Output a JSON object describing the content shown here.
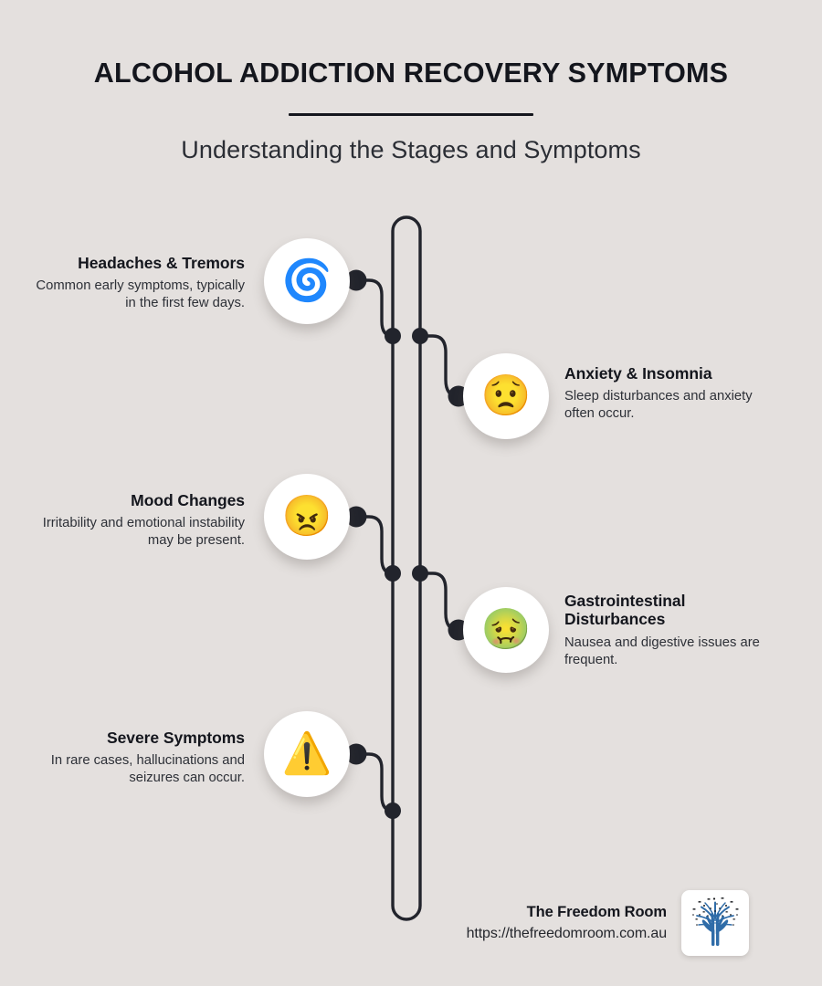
{
  "header": {
    "title": "ALCOHOL ADDICTION RECOVERY SYMPTOMS",
    "subtitle": "Understanding the Stages and Symptoms"
  },
  "symptoms": [
    {
      "title": "Headaches & Tremors",
      "description": "Common early symptoms, typically in the first few days.",
      "icon": "cyclone-spiral-icon",
      "glyph": "🌀",
      "side": "left"
    },
    {
      "title": "Anxiety & Insomnia",
      "description": "Sleep disturbances and anxiety often occur.",
      "icon": "worried-face-icon",
      "glyph": "😟",
      "side": "right"
    },
    {
      "title": "Mood Changes",
      "description": "Irritability and emotional instability may be present.",
      "icon": "angry-face-icon",
      "glyph": "😠",
      "side": "left"
    },
    {
      "title": "Gastrointestinal Disturbances",
      "description": "Nausea and digestive issues are frequent.",
      "icon": "nauseated-face-icon",
      "glyph": "🤢",
      "side": "right"
    },
    {
      "title": "Severe Symptoms",
      "description": "In rare cases, hallucinations and seizures can occur.",
      "icon": "warning-triangle-icon",
      "glyph": "⚠️",
      "side": "left"
    }
  ],
  "footer": {
    "brand_name": "The Freedom Room",
    "url": "https://thefreedomroom.com.au",
    "logo_icon": "tree-with-birds-logo"
  },
  "colors": {
    "background": "#e4e0de",
    "ink": "#14161d",
    "body_text": "#2d3037",
    "bubble": "#ffffff",
    "connector": "#22242c",
    "logo_blue": "#2f6ca8"
  }
}
